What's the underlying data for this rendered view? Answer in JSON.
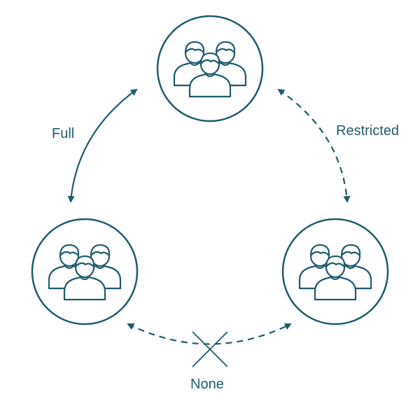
{
  "colors": {
    "primary": "#1f5b6e",
    "background": "#ffffff"
  },
  "groups": [
    {
      "name": "top",
      "icon": "people-group-icon"
    },
    {
      "name": "left",
      "icon": "people-group-icon"
    },
    {
      "name": "right",
      "icon": "people-group-icon"
    }
  ],
  "connections": [
    {
      "from": "top",
      "to": "left",
      "style": "solid",
      "label": "Full"
    },
    {
      "from": "top",
      "to": "right",
      "style": "dashed",
      "label": "Restricted"
    },
    {
      "from": "left",
      "to": "right",
      "style": "dashed",
      "blocked": true,
      "label": "None"
    }
  ]
}
